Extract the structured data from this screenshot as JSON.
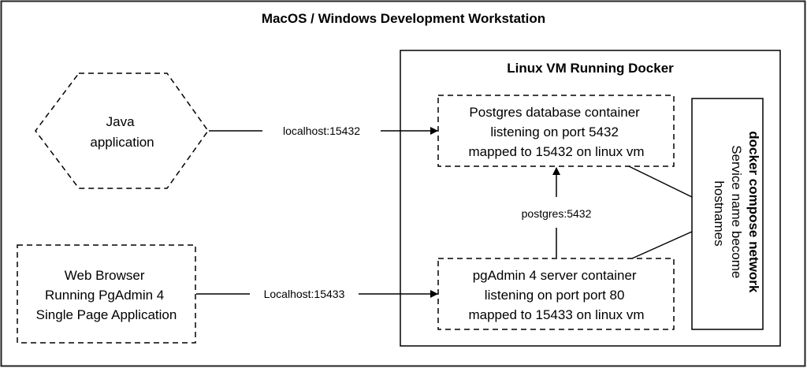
{
  "workstation": {
    "title": "MacOS / Windows Development Workstation"
  },
  "java_app": {
    "lines": [
      "Java",
      "application"
    ]
  },
  "web_browser": {
    "lines": [
      "Web Browser",
      "Running PgAdmin 4",
      "Single Page Application"
    ]
  },
  "linux_vm": {
    "title": "Linux VM Running Docker"
  },
  "postgres_container": {
    "lines": [
      "Postgres database container",
      "listening on port 5432",
      "mapped to 15432 on linux vm"
    ]
  },
  "pgadmin_container": {
    "lines": [
      "pgAdmin 4 server container",
      "listening on port port 80",
      "mapped to 15433 on linux vm"
    ]
  },
  "compose_network": {
    "title": "docker compose network",
    "lines": [
      "Service name become",
      "hostnames"
    ]
  },
  "edges": {
    "java_to_postgres": "localhost:15432",
    "browser_to_pgadmin": "Localhost:15433",
    "pgadmin_to_postgres": "postgres:5432"
  }
}
